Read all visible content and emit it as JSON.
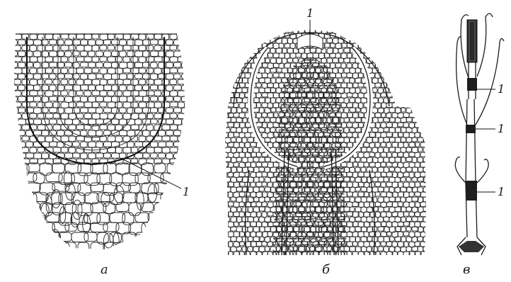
{
  "figure": {
    "panels": [
      {
        "letter": "а",
        "marker": "1"
      },
      {
        "letter": "б",
        "marker": "1"
      },
      {
        "letter": "в",
        "markers": [
          "1",
          "1",
          "1"
        ]
      }
    ]
  }
}
